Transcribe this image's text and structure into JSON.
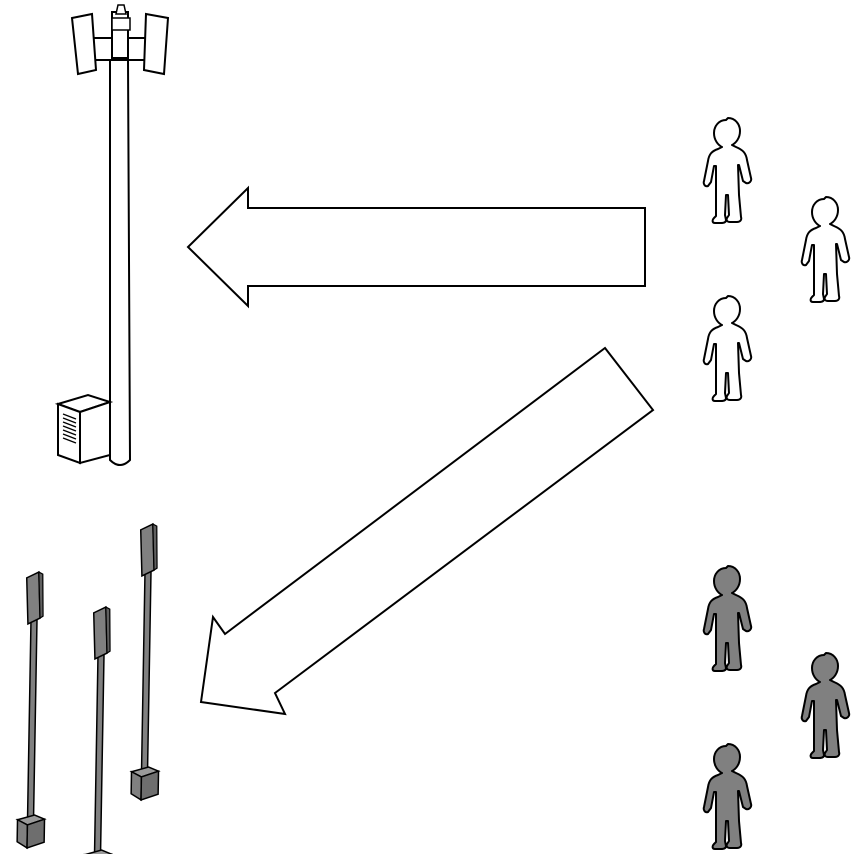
{
  "diagram": {
    "elements": {
      "macro_tower": {
        "icon": "cell-tower-icon",
        "count": 1
      },
      "equipment_cabinet": {
        "icon": "equipment-cabinet-icon",
        "count": 1
      },
      "small_cell_poles": {
        "icon": "small-cell-pole-icon",
        "count": 3
      },
      "users_group_top": {
        "icon": "person-outline-icon",
        "count": 3,
        "fill": "#ffffff"
      },
      "users_group_bottom": {
        "icon": "person-filled-icon",
        "count": 3,
        "fill": "#808080"
      }
    },
    "arrows": [
      {
        "name": "arrow-users-to-tower",
        "direction": "left"
      },
      {
        "name": "arrow-users-to-small-cells",
        "direction": "down-left"
      }
    ],
    "colors": {
      "stroke": "#000000",
      "background": "#ffffff",
      "gray_fill": "#808080"
    }
  }
}
